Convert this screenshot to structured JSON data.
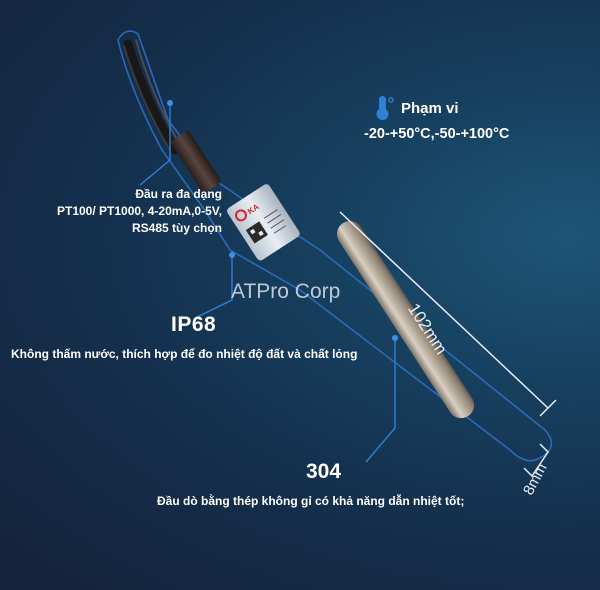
{
  "product": {
    "name": "Temperature probe sensor",
    "brand_label": "RIKA",
    "watermark": "ATPro Corp"
  },
  "callouts": {
    "range": {
      "icon": "thermometer-icon",
      "title": "Phạm vi",
      "value": "-20-+50°C,-50-+100°C"
    },
    "output": {
      "line1": "Đầu ra đa dạng",
      "line2": "PT100/ PT1000, 4-20mA,0-5V,",
      "line3": "RS485 tùy chọn"
    },
    "ip_rating": {
      "title": "IP68",
      "description": "Không thấm nước, thích hợp để đo nhiệt độ đất và chất lỏng"
    },
    "material": {
      "title": "304",
      "description": "Đầu dò bằng thép không gỉ có khả năng dẫn nhiệt tốt;"
    }
  },
  "dimensions": {
    "length": "102mm",
    "diameter": "8mm"
  },
  "colors": {
    "background_dark": "#15223a",
    "background_light": "#1d5578",
    "callout_line": "#2f7fd6",
    "text": "#ffffff",
    "steel": "#b9ad9c",
    "brand_red": "#d8232a"
  }
}
